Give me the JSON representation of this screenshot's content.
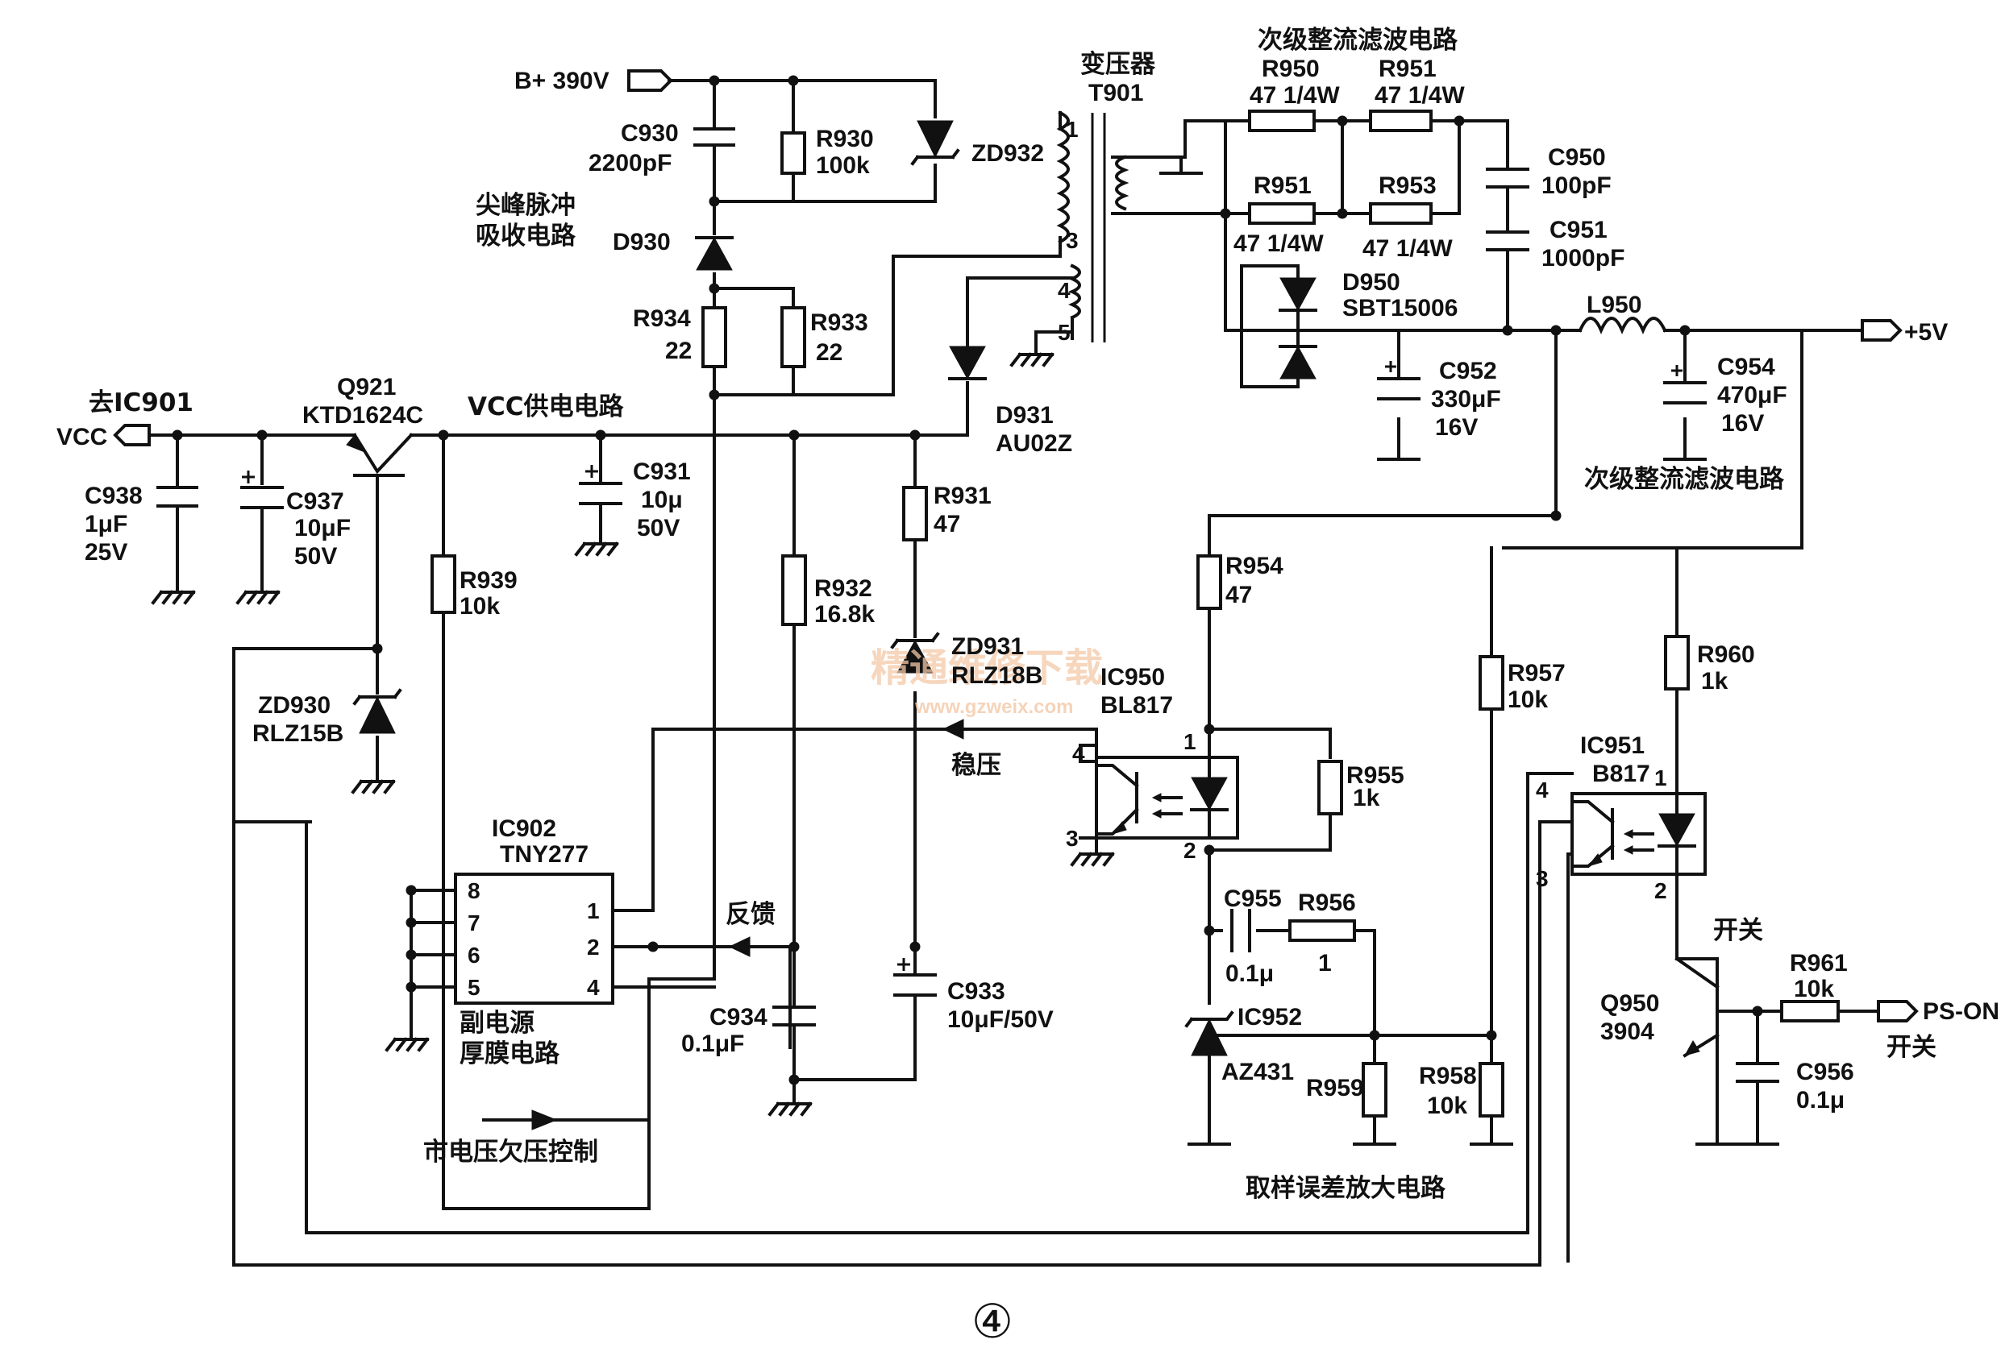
{
  "labels": {
    "bplus": "B+ 390V",
    "c930": "C930",
    "c930v": "2200pF",
    "r930": "R930",
    "r930v": "100k",
    "zd932": "ZD932",
    "spike1": "尖峰脉冲",
    "spike2": "吸收电路",
    "d930": "D930",
    "r934": "R934",
    "r934v": "22",
    "r933": "R933",
    "r933v": "22",
    "xfmr": "变压器",
    "t901": "T901",
    "p1": "1",
    "p3": "3",
    "p4": "4",
    "p5": "5",
    "sec_top": "次级整流滤波电路",
    "r950": "R950",
    "r950v": "47 1/4W",
    "r951a": "R951",
    "r951av": "47 1/4W",
    "r951b": "R951",
    "r951bv": "47 1/4W",
    "r953": "R953",
    "r953v": "47 1/4W",
    "c950": "C950",
    "c950v": "100pF",
    "c951": "C951",
    "c951v": "1000pF",
    "d950": "D950",
    "d950v": "SBT15006",
    "l950": "L950",
    "plus5v": "+5V",
    "c952": "C952",
    "c952v1": "330μF",
    "c952v2": "16V",
    "c954": "C954",
    "c954v1": "470μF",
    "c954v2": "16V",
    "sec_mid": "次级整流滤波电路",
    "to_ic901": "去IC901",
    "vcc": "VCC",
    "q921": "Q921",
    "q921v": "KTD1624C",
    "vcc_supply": "VCC供电电路",
    "d931": "D931",
    "d931v": "AU02Z",
    "c938": "C938",
    "c938v1": "1μF",
    "c938v2": "25V",
    "c937": "C937",
    "c937v1": "10μF",
    "c937v2": "50V",
    "c931": "C931",
    "c931v1": "10μ",
    "c931v2": "50V",
    "r931": "R931",
    "r931v": "47",
    "r939": "R939",
    "r939v": "10k",
    "r932": "R932",
    "r932v": "16.8k",
    "zd931": "ZD931",
    "zd931v": "RLZ18B",
    "r954": "R954",
    "r954v": "47",
    "ic950": "IC950",
    "ic950v": "BL817",
    "r957": "R957",
    "r957v": "10k",
    "r960": "R960",
    "r960v": "1k",
    "zd930": "ZD930",
    "zd930v": "RLZ15B",
    "stab": "稳压",
    "r955": "R955",
    "r955v": "1k",
    "ic951": "IC951",
    "ic951v": "B817",
    "ic902": "IC902",
    "ic902v": "TNY277",
    "feedback": "反馈",
    "c955": "C955",
    "c955v": "0.1μ",
    "r956": "R956",
    "r956v": "1",
    "switch1": "开关",
    "r961": "R961",
    "r961v": "10k",
    "pson": "PS-ON",
    "q950": "Q950",
    "q950v": "3904",
    "switch2": "开关",
    "sub_ps1": "副电源",
    "sub_ps2": "厚膜电路",
    "c933": "C933",
    "c933v": "10μF/50V",
    "c934": "C934",
    "c934v": "0.1μF",
    "ic952": "IC952",
    "ic952v": "AZ431",
    "r959": "R959",
    "r958": "R958",
    "r958v": "10k",
    "c956": "C956",
    "c956v": "0.1μ",
    "mains_uv": "市电压欠压控制",
    "sampling": "取样误差放大电路",
    "figure_no": "④",
    "pin8": "8",
    "pin7": "7",
    "pin6": "6",
    "pin5": "5",
    "pin1": "1",
    "pin2": "2",
    "pin4": "4",
    "oc_pin4": "4",
    "oc_pin3": "3",
    "oc_pin1": "1",
    "oc_pin2": "2",
    "oc2_pin4": "4",
    "oc2_pin3": "3",
    "oc2_pin1": "1",
    "oc2_pin2": "2",
    "watermark": "精通维修下载",
    "watermark_url": "www.gzweix.com"
  }
}
